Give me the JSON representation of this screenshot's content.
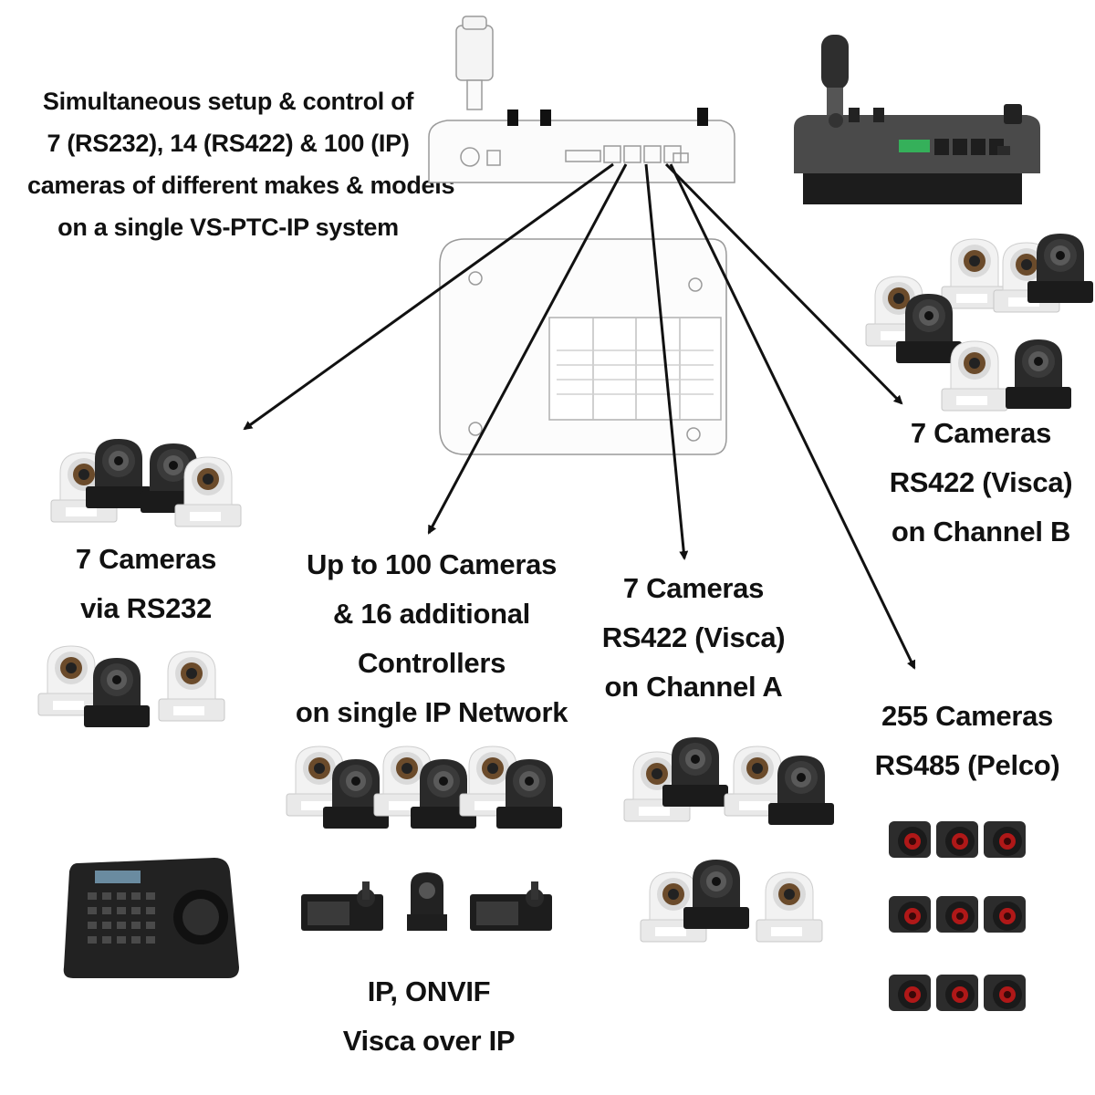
{
  "headline": {
    "lines": [
      "Simultaneous setup & control of",
      "7 (RS232), 14 (RS422) & 100 (IP)",
      "cameras of different makes & models",
      "on a single VS-PTC-IP system"
    ]
  },
  "groups": {
    "rs232": {
      "lines": [
        "7 Cameras",
        "via RS232"
      ]
    },
    "ip": {
      "lines": [
        "Up to 100 Cameras",
        "& 16 additional",
        "Controllers",
        "on single IP Network"
      ]
    },
    "channel_a": {
      "lines": [
        "7 Cameras",
        "RS422 (Visca)",
        "on Channel A"
      ]
    },
    "channel_b": {
      "lines": [
        "7 Cameras",
        "RS422 (Visca)",
        "on Channel B"
      ]
    },
    "pelco": {
      "lines": [
        "255 Cameras",
        "RS485 (Pelco)"
      ]
    },
    "protocols": {
      "lines": [
        "IP, ONVIF",
        "Visca over IP"
      ]
    }
  },
  "colors": {
    "ink": "#111111",
    "line_gray": "#8a8a8a",
    "console_dark": "#3a3a3a",
    "led_green": "#35b05a",
    "lens_red": "#b01818"
  },
  "icons": [
    "ptz-camera-white-icon",
    "ptz-camera-black-icon",
    "joystick-controller-icon",
    "box-camera-icon",
    "controller-back-panel-icon"
  ]
}
